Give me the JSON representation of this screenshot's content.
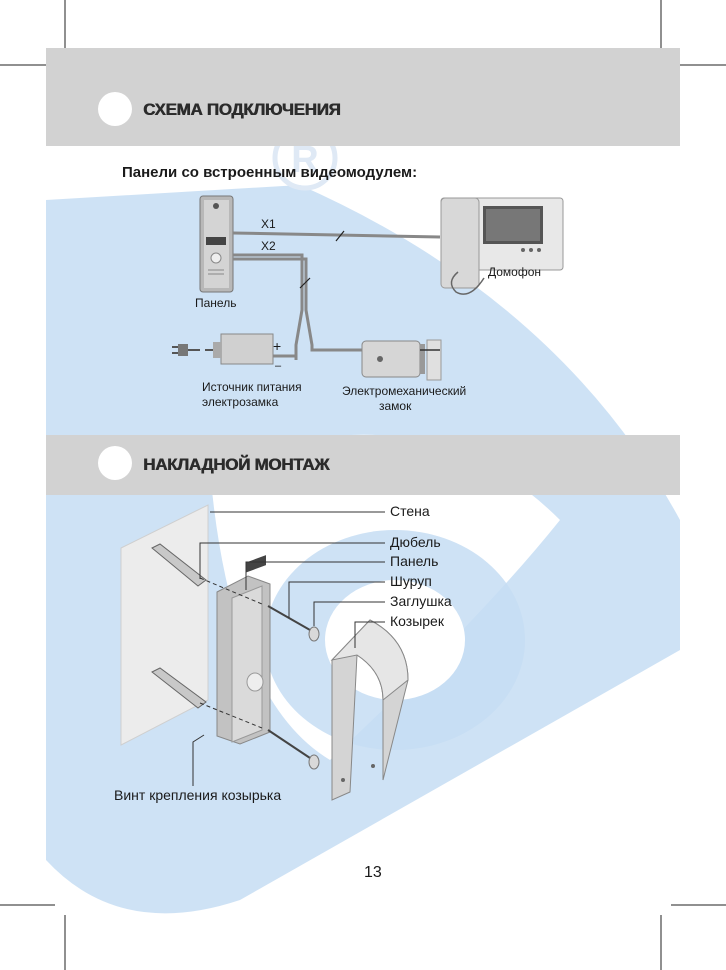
{
  "colors": {
    "band": "#d2d2d2",
    "watermark": "#c6ddf3",
    "ink": "#1a1a1a"
  },
  "watermark": {
    "icon": "registered-trademark-icon",
    "text": "R"
  },
  "section1": {
    "title": "СХЕМА ПОДКЛЮЧЕНИЯ",
    "subtitle": "Панели со встроенным видеомодулем:",
    "labels": {
      "x1": "X1",
      "x2": "X2",
      "intercom": "Домофон",
      "panel": "Панель",
      "plus": "+",
      "minus": "–",
      "psu_line1": "Источник питания",
      "psu_line2": "электрозамка",
      "lock_line1": "Электромеханический",
      "lock_line2": "замок"
    }
  },
  "section2": {
    "title": "НАКЛАДНОЙ МОНТАЖ",
    "labels": {
      "wall": "Стена",
      "dowel": "Дюбель",
      "panel": "Панель",
      "screw": "Шуруп",
      "plug": "Заглушка",
      "visor": "Козырек",
      "visor_screw": "Винт крепления козырька"
    }
  },
  "page_number": "13"
}
